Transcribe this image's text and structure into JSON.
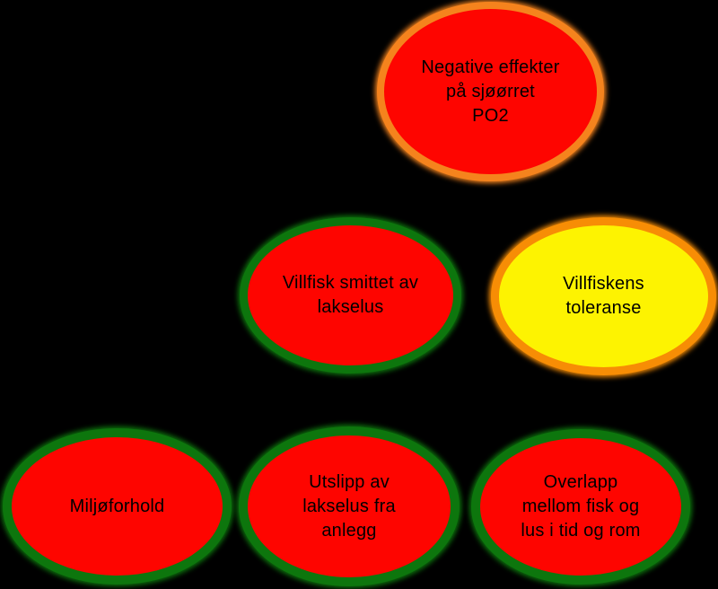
{
  "canvas": {
    "background": "#000000"
  },
  "colors": {
    "risk_red_fill": "#fe0500",
    "warning_yellow_fill": "#fdf301",
    "orange_border": "#f5831d",
    "orange_border_bright": "#f78d05",
    "dark_green_border": "#0d760d",
    "text": "#000000"
  },
  "nodes": [
    {
      "id": "negative-effekter-pa-sjoorret",
      "text": "Negative effekter\npå sjøørret\nPO2",
      "fill": "#fe0500",
      "border": "#f5831d"
    },
    {
      "id": "villfisk-smittet-av-lakselus",
      "text": "Villfisk smittet av\nlakselus",
      "fill": "#fe0500",
      "border": "#0d760d"
    },
    {
      "id": "villfiskens-toleranse",
      "text": "Villfiskens\ntoleranse",
      "fill": "#fdf301",
      "border": "#f78d05"
    },
    {
      "id": "miljoforhold",
      "text": "Miljøforhold",
      "fill": "#fe0500",
      "border": "#0d760d"
    },
    {
      "id": "utslipp-av-lakselus-fra-anlegg",
      "text": "Utslipp av\nlakselus fra\nanlegg",
      "fill": "#fe0500",
      "border": "#0d760d"
    },
    {
      "id": "overlapp-mellom-fisk-og-lus-i-tid-og-rom",
      "text": "Overlapp\nmellom fisk og\nlus i tid og rom",
      "fill": "#fe0500",
      "border": "#0d760d"
    }
  ]
}
